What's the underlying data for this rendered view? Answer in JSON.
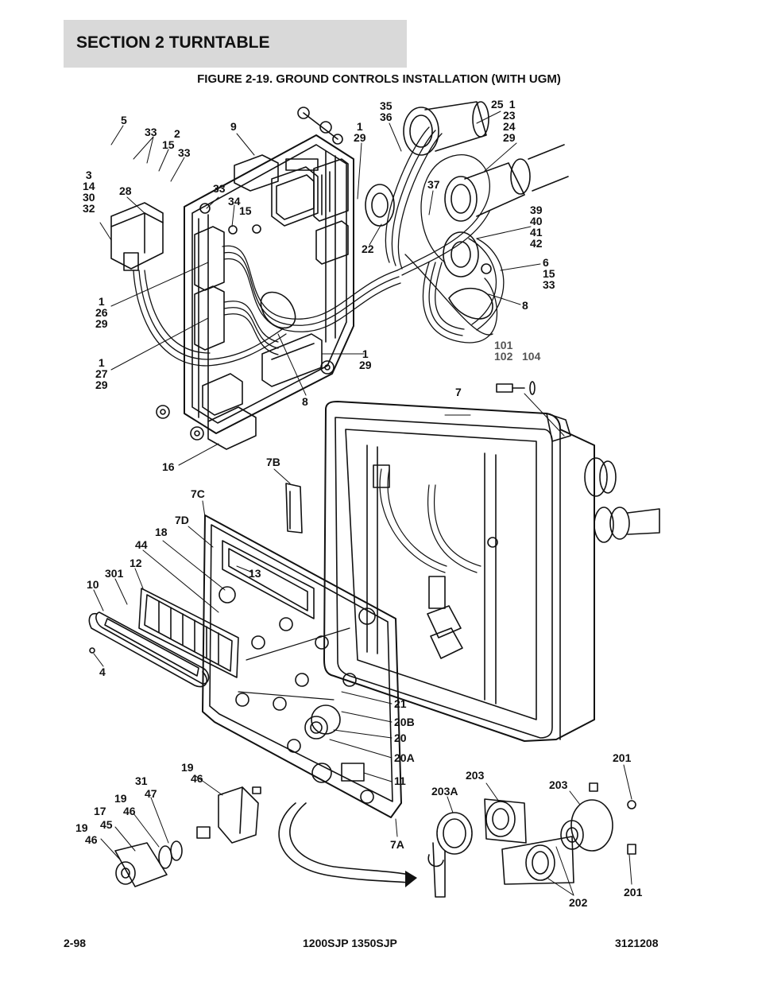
{
  "header": {
    "section": "SECTION 2   TURNTABLE"
  },
  "figure": {
    "title": "FIGURE 2-19. GROUND CONTROLS INSTALLATION (WITH UGM)"
  },
  "callouts": [
    {
      "text": "5"
    },
    {
      "text": "33"
    },
    {
      "text": "2"
    },
    {
      "text": "15"
    },
    {
      "text": "33"
    },
    {
      "text": "9"
    },
    {
      "text": "1\n29"
    },
    {
      "text": "35\n36"
    },
    {
      "text": "25"
    },
    {
      "text": "1\n23\n24\n29"
    },
    {
      "text": "3\n14\n30\n32"
    },
    {
      "text": "28"
    },
    {
      "text": "33"
    },
    {
      "text": "34"
    },
    {
      "text": "15"
    },
    {
      "text": "37"
    },
    {
      "text": "22"
    },
    {
      "text": "39\n40\n41\n42"
    },
    {
      "text": "6\n15\n33"
    },
    {
      "text": "8"
    },
    {
      "text": "1\n26\n29"
    },
    {
      "text": "1\n27\n29"
    },
    {
      "text": "1\n29"
    },
    {
      "text": "8"
    },
    {
      "text": "101\n102"
    },
    {
      "text": "104"
    },
    {
      "text": "7"
    },
    {
      "text": "16"
    },
    {
      "text": "7B"
    },
    {
      "text": "7C"
    },
    {
      "text": "7D"
    },
    {
      "text": "18"
    },
    {
      "text": "44"
    },
    {
      "text": "12"
    },
    {
      "text": "301"
    },
    {
      "text": "10"
    },
    {
      "text": "13"
    },
    {
      "text": "4"
    },
    {
      "text": "21"
    },
    {
      "text": "20B"
    },
    {
      "text": "20"
    },
    {
      "text": "20A"
    },
    {
      "text": "11"
    },
    {
      "text": "19"
    },
    {
      "text": "46"
    },
    {
      "text": "31"
    },
    {
      "text": "47"
    },
    {
      "text": "19"
    },
    {
      "text": "46"
    },
    {
      "text": "17"
    },
    {
      "text": "45"
    },
    {
      "text": "19"
    },
    {
      "text": "46"
    },
    {
      "text": "7A"
    },
    {
      "text": "203"
    },
    {
      "text": "203A"
    },
    {
      "text": "203"
    },
    {
      "text": "201"
    },
    {
      "text": "201"
    },
    {
      "text": "202"
    }
  ],
  "footer": {
    "page": "2-98",
    "model": "1200SJP 1350SJP",
    "doc": "3121208"
  }
}
